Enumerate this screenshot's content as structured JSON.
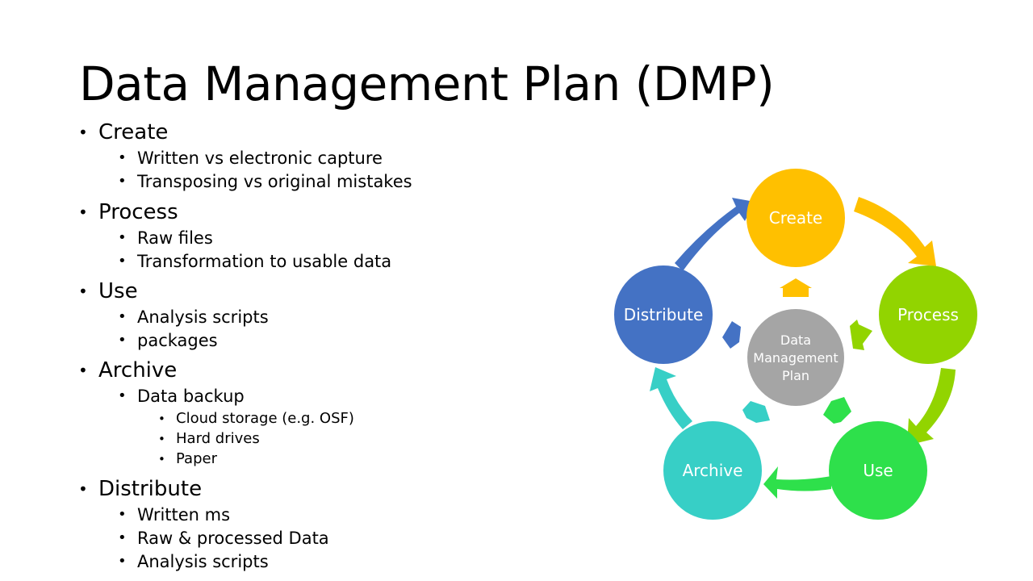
{
  "slide": {
    "title": "Data Management Plan (DMP)",
    "outline": [
      {
        "label": "Create",
        "children": [
          {
            "label": "Written vs electronic capture"
          },
          {
            "label": "Transposing vs original mistakes"
          }
        ]
      },
      {
        "label": "Process",
        "children": [
          {
            "label": "Raw files"
          },
          {
            "label": "Transformation to usable data"
          }
        ]
      },
      {
        "label": "Use",
        "children": [
          {
            "label": "Analysis scripts"
          },
          {
            "label": "packages"
          }
        ]
      },
      {
        "label": "Archive",
        "children": [
          {
            "label": "Data backup",
            "children": [
              {
                "label": "Cloud storage (e.g. OSF)"
              },
              {
                "label": "Hard drives"
              },
              {
                "label": "Paper"
              }
            ]
          }
        ]
      },
      {
        "label": "Distribute",
        "children": [
          {
            "label": "Written ms"
          },
          {
            "label": "Raw & processed Data"
          },
          {
            "label": "Analysis scripts"
          }
        ]
      }
    ],
    "bullet_glyph": "•"
  },
  "diagram": {
    "center": {
      "lines": [
        "Data",
        "Management",
        "Plan"
      ],
      "color": "#a5a5a5"
    },
    "nodes": [
      {
        "id": "create",
        "label": "Create",
        "color": "#ffc000"
      },
      {
        "id": "process",
        "label": "Process",
        "color": "#92d400"
      },
      {
        "id": "use",
        "label": "Use",
        "color": "#2ee04b"
      },
      {
        "id": "archive",
        "label": "Archive",
        "color": "#37cfc6"
      },
      {
        "id": "distribute",
        "label": "Distribute",
        "color": "#4472c4"
      }
    ],
    "arrow_colors": {
      "create_to_process": "#ffc000",
      "process_to_use": "#92d400",
      "use_to_archive": "#2ee04b",
      "archive_to_distribute": "#37cfc6",
      "distribute_to_create": "#4472c4"
    }
  }
}
